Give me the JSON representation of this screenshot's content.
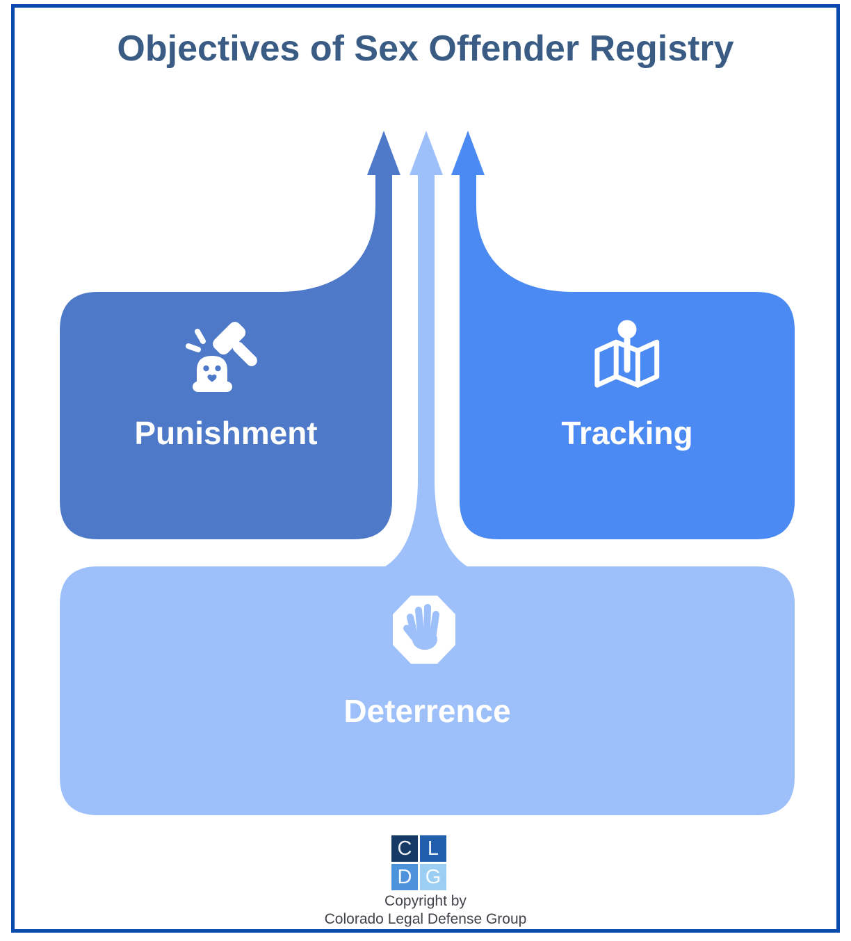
{
  "title": "Objectives of Sex Offender Registry",
  "nodes": {
    "punishment": {
      "label": "Punishment",
      "icon": "whack-a-mole-hammer-icon"
    },
    "tracking": {
      "label": "Tracking",
      "icon": "map-pin-icon"
    },
    "deterrence": {
      "label": "Deterrence",
      "icon": "stop-hand-icon"
    }
  },
  "arrows": {
    "count": 3,
    "direction": "up"
  },
  "colors": {
    "punishment": "#4e79c8",
    "tracking": "#4b8af2",
    "deterrence": "#9dbffa",
    "title_text": "#3a5c84",
    "border": "#0a49ac",
    "icon_white": "#ffffff",
    "logo_c_bg": "#163a66",
    "logo_l_bg": "#1f5fad",
    "logo_d_bg": "#4d93db",
    "logo_g_bg": "#9ccdf3",
    "copyright_text": "#3f4347"
  },
  "footer": {
    "logo_letters": [
      "C",
      "L",
      "D",
      "G"
    ],
    "copyright_line1": "Copyright by",
    "copyright_line2": "Colorado Legal Defense Group"
  }
}
